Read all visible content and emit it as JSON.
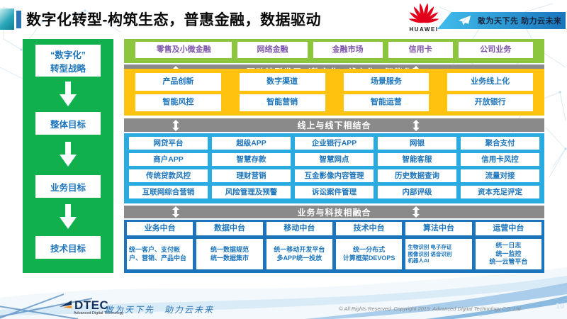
{
  "header": {
    "title": "数字化转型-构筑生态，普惠金融，数据驱动",
    "huawei_logo_text": "HUAWEI",
    "banner_slogan": "敢为天下先 助力云未来"
  },
  "sidebar": {
    "items": [
      {
        "label": "“数字化”\n转型战略"
      },
      {
        "label": "整体目标"
      },
      {
        "label": "业务目标"
      },
      {
        "label": "技术目标"
      }
    ]
  },
  "top_row": {
    "items": [
      "零售及小微金融",
      "网络金融",
      "金融市场",
      "信用卡",
      "公司业务"
    ]
  },
  "bars": {
    "drive": "驱动转型发展（数字化、线上化、智能化）",
    "online_offline": "线上与线下相结合",
    "biz_tech": "业务与科技相融合"
  },
  "yellow_block": {
    "rows": [
      [
        "产品创新",
        "数字渠道",
        "场景服务",
        "业务线上化"
      ],
      [
        "智能风控",
        "智能营销",
        "智能运营",
        "开放银行"
      ]
    ]
  },
  "blue_matrix": {
    "rows": [
      [
        "网贷平台",
        "超级APP",
        "企业银行APP",
        "网银",
        "聚合支付"
      ],
      [
        "商户APP",
        "智慧存款",
        "智慧网点",
        "智能客服",
        "信用卡风控"
      ],
      [
        "传统贷款风控",
        "理财营销",
        "互金影像内容管理",
        "历史数据查询",
        "流量对接"
      ],
      [
        "互联网综合营销",
        "风险管理及预警",
        "诉讼案件管理",
        "内部评级",
        "资本充足评定"
      ]
    ]
  },
  "platforms": {
    "headers": [
      "业务中台",
      "数据中台",
      "移动中台",
      "技术中台",
      "算法中台",
      "运营中台"
    ],
    "details": [
      "统一客户、支付帐户、营销、产品中台",
      "统一数据规范\n统一数据集市",
      "统一移动开发平台\n多APP统一投放",
      "统一分布式\n计算框架DEVOPS",
      "生物识别 电子存证\n图像识别 语音识别\n机器人AI",
      "统一日志\n统一监控\n统一云管平台"
    ]
  },
  "footer": {
    "logo_text": "DTEC",
    "logo_subtext": "Advanced Digital Technology",
    "slogan": "敢为天下先　助力云未来",
    "copyright": "© All Rights Reserved. Copyright 2019. Advanced Digital Technology CO.,Ltd",
    "page_number": "10"
  },
  "colors": {
    "sidebar_green": "#10b04c",
    "top_row_green": "#8cc63f",
    "bar_gray": "#8a8a8a",
    "block_yellow": "#ffc20e",
    "block_blue": "#29abe2",
    "block_blue_dark": "#1c75bc",
    "box_text_blue": "#1c75bc",
    "box_text_purple": "#7d55a8",
    "huawei_red": "#e2001a",
    "banner_gradient_start": "#41bdeb",
    "banner_gradient_end": "#1b75bc"
  }
}
